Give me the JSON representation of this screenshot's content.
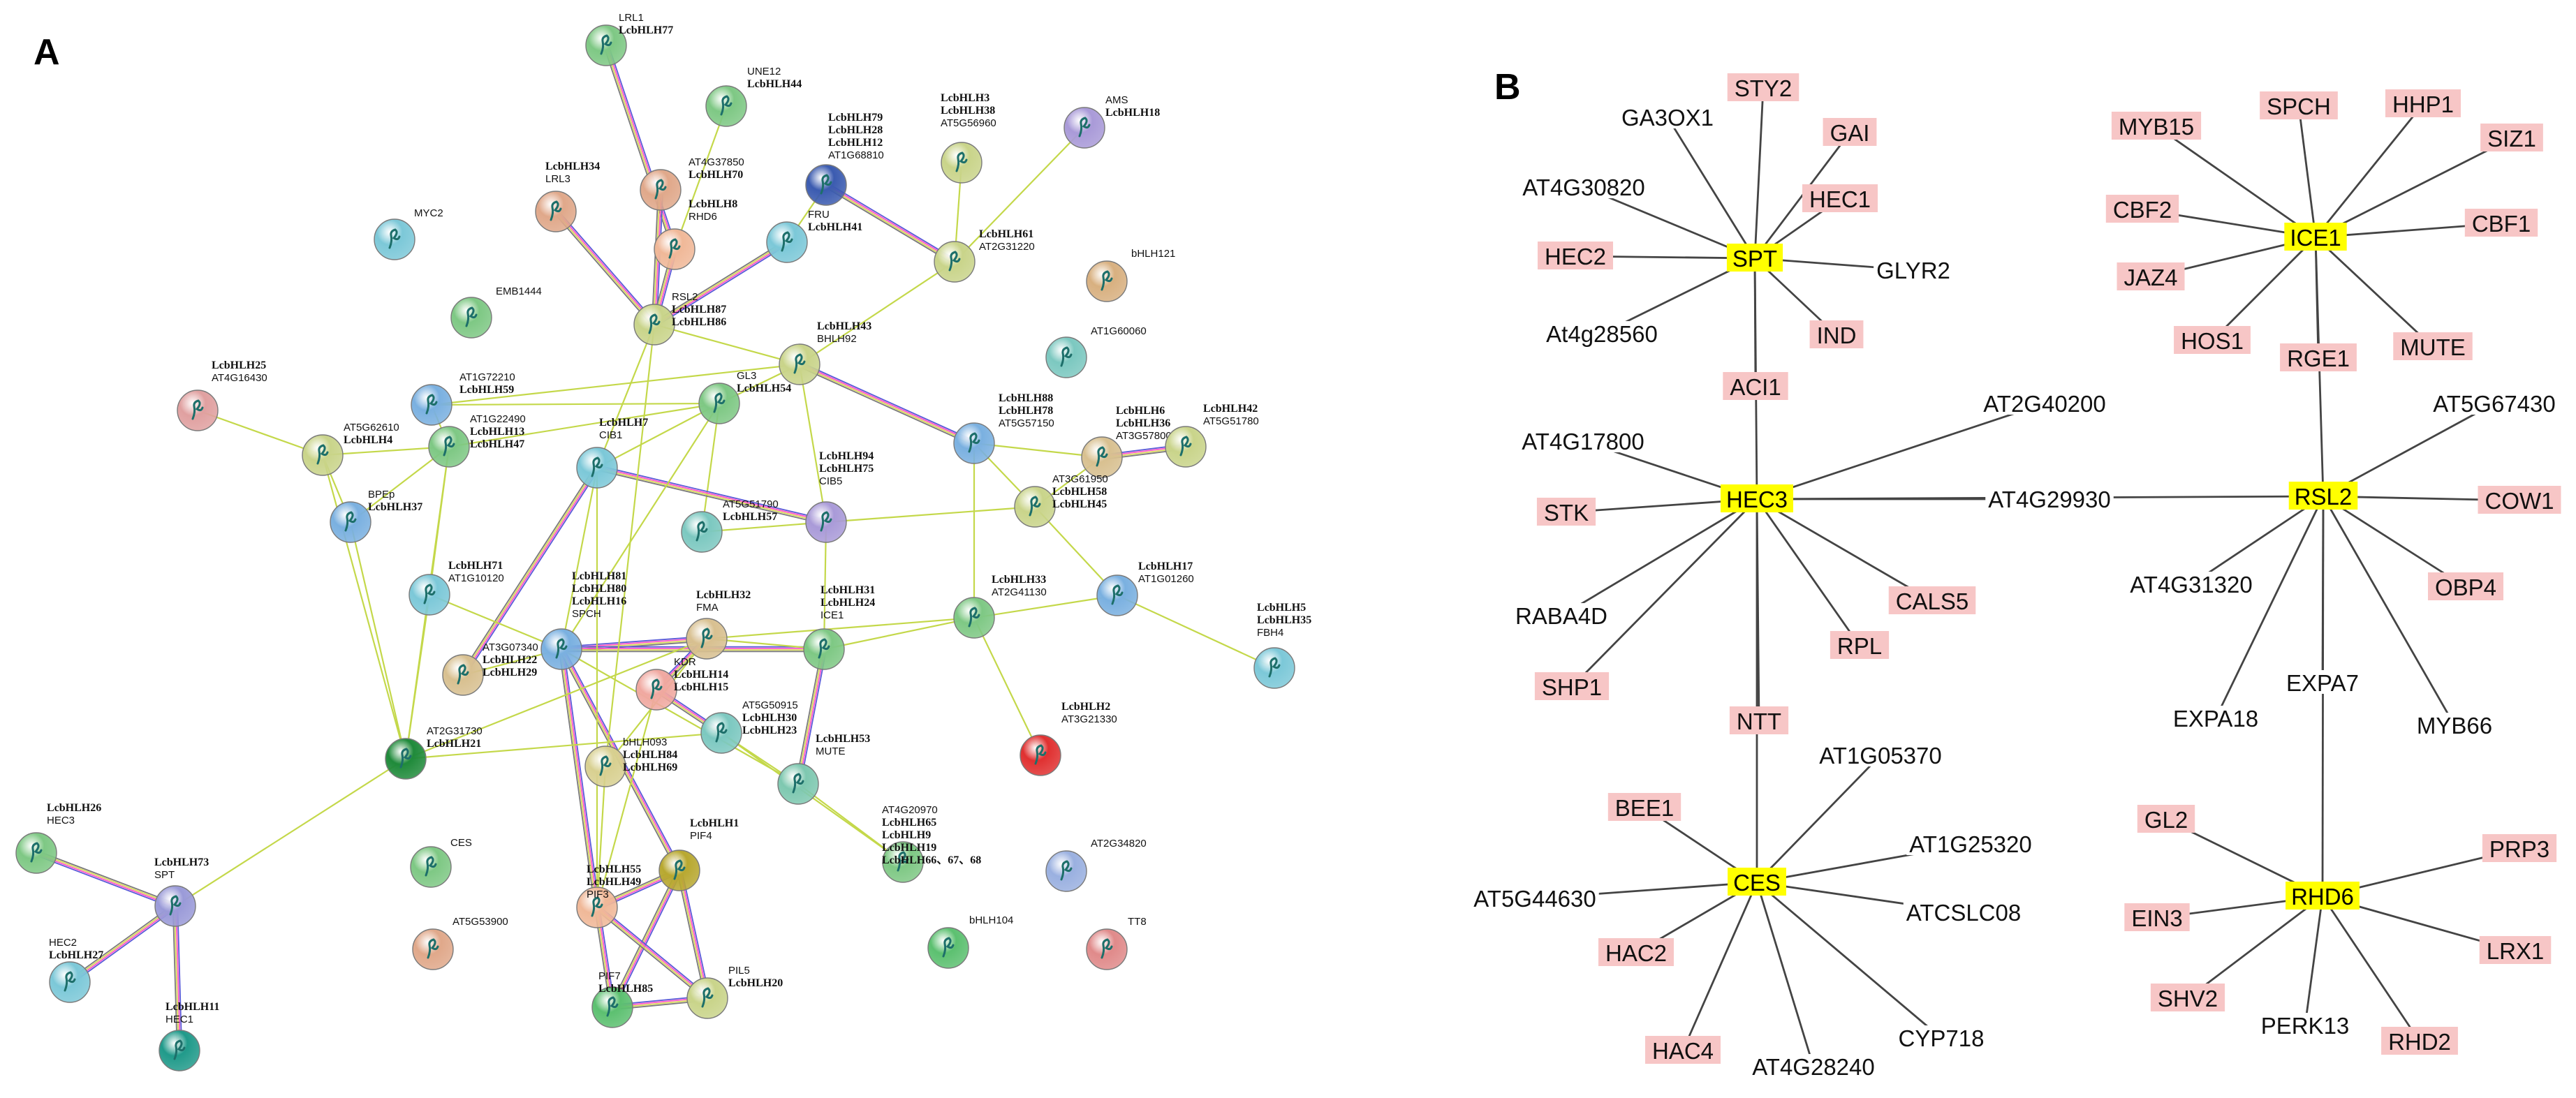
{
  "panel_a": {
    "letter": "A",
    "nodes": [
      {
        "id": "LRL1",
        "labels": [
          "LRL1",
          "LcbHLH77"
        ],
        "color": "#7ec884"
      },
      {
        "id": "UNE12",
        "labels": [
          "UNE12",
          "LcbHLH44"
        ],
        "color": "#7ec884"
      },
      {
        "id": "AMS",
        "labels": [
          "AMS",
          "LcbHLH18"
        ],
        "color": "#a99ad8"
      },
      {
        "id": "LcbHLH79",
        "labels": [
          "LcbHLH79",
          "LcbHLH28",
          "LcbHLH12",
          "AT1G68810"
        ],
        "color": "#3b5bb0"
      },
      {
        "id": "LcbHLH3",
        "labels": [
          "LcbHLH3",
          "LcbHLH38",
          "AT5G56960"
        ],
        "color": "#c9d48a"
      },
      {
        "id": "LcbHLH34",
        "labels": [
          "LcbHLH34",
          "LRL3"
        ],
        "color": "#e0a88a"
      },
      {
        "id": "AT4G37850",
        "labels": [
          "AT4G37850",
          "LcbHLH70"
        ],
        "color": "#e0a88a"
      },
      {
        "id": "MYC2",
        "labels": [
          "MYC2"
        ],
        "color": "#7cc8d8"
      },
      {
        "id": "LcbHLH8",
        "labels": [
          "LcbHLH8",
          "RHD6"
        ],
        "color": "#f0b898"
      },
      {
        "id": "FRU",
        "labels": [
          "FRU",
          "LcbHLH41"
        ],
        "color": "#7cc8d8"
      },
      {
        "id": "LcbHLH61",
        "labels": [
          "LcbHLH61",
          "AT2G31220"
        ],
        "color": "#c9d48a"
      },
      {
        "id": "bHLH121",
        "labels": [
          "bHLH121"
        ],
        "color": "#d8b080"
      },
      {
        "id": "EMB1444",
        "labels": [
          "EMB1444"
        ],
        "color": "#7ec884"
      },
      {
        "id": "RSL2",
        "labels": [
          "RSL2",
          "LcbHLH87",
          "LcbHLH86"
        ],
        "color": "#c9d48a"
      },
      {
        "id": "LcbHLH43",
        "labels": [
          "LcbHLH43",
          "BHLH92"
        ],
        "color": "#c9d48a"
      },
      {
        "id": "AT1G60060",
        "labels": [
          "AT1G60060"
        ],
        "color": "#7cc8c0"
      },
      {
        "id": "LcbHLH25",
        "labels": [
          "LcbHLH25",
          "AT4G16430"
        ],
        "color": "#e0a0a0"
      },
      {
        "id": "AT1G72210",
        "labels": [
          "AT1G72210",
          "LcbHLH59"
        ],
        "color": "#7ab0e0"
      },
      {
        "id": "GL3",
        "labels": [
          "GL3",
          "LcbHLH54"
        ],
        "color": "#7ec884"
      },
      {
        "id": "LcbHLH88",
        "labels": [
          "LcbHLH88",
          "LcbHLH78",
          "AT5G57150"
        ],
        "color": "#7ab0e0"
      },
      {
        "id": "LcbHLH6",
        "labels": [
          "LcbHLH6",
          "LcbHLH36",
          "AT3G57800"
        ],
        "color": "#d8c090"
      },
      {
        "id": "LcbHLH42",
        "labels": [
          "LcbHLH42",
          "AT5G51780"
        ],
        "color": "#c9d48a"
      },
      {
        "id": "AT5G62610",
        "labels": [
          "AT5G62610",
          "LcbHLH4"
        ],
        "color": "#c9d48a"
      },
      {
        "id": "AT1G22490",
        "labels": [
          "AT1G22490",
          "LcbHLH13",
          "LcbHLH47"
        ],
        "color": "#7ec884"
      },
      {
        "id": "LcbHLH7",
        "labels": [
          "LcbHLH7",
          "CIB1"
        ],
        "color": "#7cc8d8"
      },
      {
        "id": "LcbHLH94",
        "labels": [
          "LcbHLH94",
          "LcbHLH75",
          "CIB5"
        ],
        "color": "#a99ad8"
      },
      {
        "id": "AT3G61950",
        "labels": [
          "AT3G61950",
          "LcbHLH58",
          "LcbHLH45"
        ],
        "color": "#c9d48a"
      },
      {
        "id": "BPEp",
        "labels": [
          "BPEp",
          "LcbHLH37"
        ],
        "color": "#7ab0e0"
      },
      {
        "id": "AT5G51790",
        "labels": [
          "AT5G51790",
          "LcbHLH57"
        ],
        "color": "#7cc8c0"
      },
      {
        "id": "LcbHLH71",
        "labels": [
          "LcbHLH71",
          "AT1G10120"
        ],
        "color": "#7cc8d8"
      },
      {
        "id": "LcbHLH17",
        "labels": [
          "LcbHLH17",
          "AT1G01260"
        ],
        "color": "#7ab0e0"
      },
      {
        "id": "LcbHLH81",
        "labels": [
          "LcbHLH81",
          "LcbHLH80",
          "LcbHLH16",
          "SPCH"
        ],
        "color": "#7ab0e0"
      },
      {
        "id": "LcbHLH32",
        "labels": [
          "LcbHLH32",
          "FMA"
        ],
        "color": "#d8c090"
      },
      {
        "id": "LcbHLH31",
        "labels": [
          "LcbHLH31",
          "LcbHLH24",
          "ICE1"
        ],
        "color": "#7ec884"
      },
      {
        "id": "LcbHLH33",
        "labels": [
          "LcbHLH33",
          "AT2G41130"
        ],
        "color": "#7ec884"
      },
      {
        "id": "LcbHLH5",
        "labels": [
          "LcbHLH5",
          "LcbHLH35",
          "FBH4"
        ],
        "color": "#7cc8d8"
      },
      {
        "id": "AT3G07340",
        "labels": [
          "AT3G07340",
          "LcbHLH22",
          "LcbHLH29"
        ],
        "color": "#d8c090"
      },
      {
        "id": "KDR",
        "labels": [
          "KDR",
          "LcbHLH14",
          "LcbHLH15"
        ],
        "color": "#f0a8a0"
      },
      {
        "id": "AT5G50915",
        "labels": [
          "AT5G50915",
          "LcbHLH30",
          "LcbHLH23"
        ],
        "color": "#7cc8c0"
      },
      {
        "id": "LcbHLH2",
        "labels": [
          "LcbHLH2",
          "AT3G21330"
        ],
        "color": "#e03030"
      },
      {
        "id": "AT2G31730",
        "labels": [
          "AT2G31730",
          "LcbHLH21"
        ],
        "color": "#1f8a3a"
      },
      {
        "id": "bHLH093",
        "labels": [
          "bHLH093",
          "LcbHLH84",
          "LcbHLH69"
        ],
        "color": "#d8d090"
      },
      {
        "id": "LcbHLH53",
        "labels": [
          "LcbHLH53",
          "MUTE"
        ],
        "color": "#7ec8b0"
      },
      {
        "id": "LcbHLH26",
        "labels": [
          "LcbHLH26",
          "HEC3"
        ],
        "color": "#7ec884"
      },
      {
        "id": "CES",
        "labels": [
          "CES"
        ],
        "color": "#7ec884"
      },
      {
        "id": "LcbHLH1",
        "labels": [
          "LcbHLH1",
          "PIF4"
        ],
        "color": "#b8a830"
      },
      {
        "id": "AT4G20970",
        "labels": [
          "AT4G20970",
          "LcbHLH65",
          "LcbHLH9",
          "LcbHLH19",
          "LcbHLH66、67、68"
        ],
        "color": "#7ec884"
      },
      {
        "id": "AT2G34820",
        "labels": [
          "AT2G34820"
        ],
        "color": "#9ab0e0"
      },
      {
        "id": "LcbHLH73",
        "labels": [
          "LcbHLH73",
          "SPT"
        ],
        "color": "#9a9ad8"
      },
      {
        "id": "LcbHLH55",
        "labels": [
          "LcbHLH55",
          "LcbHLH49",
          "PIF3"
        ],
        "color": "#f0b898"
      },
      {
        "id": "AT5G53900",
        "labels": [
          "AT5G53900"
        ],
        "color": "#e0a88a"
      },
      {
        "id": "bHLH104",
        "labels": [
          "bHLH104"
        ],
        "color": "#5cc070"
      },
      {
        "id": "TT8",
        "labels": [
          "TT8"
        ],
        "color": "#e08a8a"
      },
      {
        "id": "HEC2",
        "labels": [
          "HEC2",
          "LcbHLH27"
        ],
        "color": "#7cc8d8"
      },
      {
        "id": "PIF7",
        "labels": [
          "PIF7",
          "LcbHLH85"
        ],
        "color": "#5cc070"
      },
      {
        "id": "PIL5",
        "labels": [
          "PIL5",
          "LcbHLH20"
        ],
        "color": "#c9d48a"
      },
      {
        "id": "LcbHLH11",
        "labels": [
          "LcbHLH11",
          "HEC1"
        ],
        "color": "#209a8a"
      }
    ],
    "edges": [
      [
        "LRL1",
        "LcbHLH8"
      ],
      [
        "UNE12",
        "LcbHLH8"
      ],
      [
        "LcbHLH79",
        "LcbHLH61"
      ],
      [
        "LcbHLH79",
        "FRU"
      ],
      [
        "LcbHLH3",
        "LcbHLH61"
      ],
      [
        "LcbHLH34",
        "RSL2"
      ],
      [
        "AT4G37850",
        "RSL2"
      ],
      [
        "LcbHLH8",
        "RSL2"
      ],
      [
        "FRU",
        "RSL2"
      ],
      [
        "AMS",
        "LcbHLH61"
      ],
      [
        "LcbHLH43",
        "RSL2"
      ],
      [
        "LcbHLH43",
        "GL3"
      ],
      [
        "LcbHLH43",
        "LcbHLH88"
      ],
      [
        "LcbHLH43",
        "LcbHLH94"
      ],
      [
        "LcbHLH43",
        "AT1G72210"
      ],
      [
        "LcbHLH61",
        "LcbHLH43"
      ],
      [
        "GL3",
        "AT1G22490"
      ],
      [
        "GL3",
        "LcbHLH7"
      ],
      [
        "GL3",
        "AT5G51790"
      ],
      [
        "GL3",
        "AT1G72210"
      ],
      [
        "LcbHLH88",
        "LcbHLH6"
      ],
      [
        "LcbHLH88",
        "AT3G61950"
      ],
      [
        "LcbHLH88",
        "LcbHLH33"
      ],
      [
        "LcbHLH6",
        "LcbHLH42"
      ],
      [
        "LcbHLH6",
        "AT3G61950"
      ],
      [
        "AT5G62610",
        "AT1G22490"
      ],
      [
        "AT5G62610",
        "BPEp"
      ],
      [
        "AT5G62610",
        "AT2G31730"
      ],
      [
        "LcbHLH25",
        "AT5G62610"
      ],
      [
        "AT1G72210",
        "AT1G22490"
      ],
      [
        "AT1G22490",
        "BPEp"
      ],
      [
        "AT1G22490",
        "AT2G31730"
      ],
      [
        "AT1G22490",
        "LcbHLH71"
      ],
      [
        "LcbHLH7",
        "LcbHLH94"
      ],
      [
        "LcbHLH7",
        "AT3G07340"
      ],
      [
        "LcbHLH7",
        "LcbHLH81"
      ],
      [
        "LcbHLH7",
        "RSL2"
      ],
      [
        "LcbHLH94",
        "AT3G61950"
      ],
      [
        "LcbHLH94",
        "LcbHLH31"
      ],
      [
        "LcbHLH94",
        "AT5G51790"
      ],
      [
        "BPEp",
        "AT2G31730"
      ],
      [
        "LcbHLH71",
        "AT2G31730"
      ],
      [
        "LcbHLH71",
        "LcbHLH81"
      ],
      [
        "LcbHLH81",
        "LcbHLH32"
      ],
      [
        "LcbHLH81",
        "LcbHLH31"
      ],
      [
        "LcbHLH81",
        "AT3G07340"
      ],
      [
        "LcbHLH81",
        "LcbHLH55"
      ],
      [
        "LcbHLH81",
        "LcbHLH1"
      ],
      [
        "LcbHLH81",
        "LcbHLH53"
      ],
      [
        "LcbHLH31",
        "LcbHLH32"
      ],
      [
        "LcbHLH31",
        "LcbHLH53"
      ],
      [
        "LcbHLH31",
        "LcbHLH33"
      ],
      [
        "LcbHLH33",
        "LcbHLH17"
      ],
      [
        "LcbHLH33",
        "LcbHLH2"
      ],
      [
        "LcbHLH17",
        "LcbHLH5"
      ],
      [
        "LcbHLH17",
        "AT3G61950"
      ],
      [
        "KDR",
        "LcbHLH32"
      ],
      [
        "KDR",
        "LcbHLH55"
      ],
      [
        "KDR",
        "AT5G50915"
      ],
      [
        "AT5G50915",
        "LcbHLH53"
      ],
      [
        "AT5G50915",
        "AT4G20970"
      ],
      [
        "AT2G31730",
        "LcbHLH73"
      ],
      [
        "AT2G31730",
        "AT5G50915"
      ],
      [
        "AT2G31730",
        "LcbHLH32"
      ],
      [
        "bHLH093",
        "LcbHLH32"
      ],
      [
        "bHLH093",
        "LcbHLH55"
      ],
      [
        "LcbHLH53",
        "AT4G20970"
      ],
      [
        "LcbHLH1",
        "LcbHLH55"
      ],
      [
        "LcbHLH1",
        "PIF7"
      ],
      [
        "LcbHLH1",
        "PIL5"
      ],
      [
        "LcbHLH55",
        "PIF7"
      ],
      [
        "LcbHLH55",
        "PIL5"
      ],
      [
        "PIF7",
        "PIL5"
      ],
      [
        "LcbHLH73",
        "LcbHLH26"
      ],
      [
        "LcbHLH73",
        "HEC2"
      ],
      [
        "LcbHLH73",
        "LcbHLH11"
      ],
      [
        "RSL2",
        "bHLH093"
      ],
      [
        "LcbHLH32",
        "LcbHLH33"
      ],
      [
        "GL3",
        "LcbHLH81"
      ],
      [
        "LcbHLH7",
        "LcbHLH55"
      ]
    ]
  },
  "panel_b": {
    "letter": "B",
    "hubs": [
      "SPT",
      "ICE1",
      "HEC3",
      "RSL2",
      "CES",
      "RHD6"
    ],
    "hub_color": "#ffff00",
    "pink_color": "#f7c6c6",
    "groups": [
      {
        "hub": "SPT",
        "pink": [
          "STY2",
          "GAI",
          "HEC1",
          "HEC2",
          "IND",
          "ACI1"
        ],
        "plain": [
          "GA3OX1",
          "AT4G30820",
          "GLYR2",
          "At4g28560"
        ]
      },
      {
        "hub": "ICE1",
        "pink": [
          "MYB15",
          "SPCH",
          "HHP1",
          "SIZ1",
          "CBF2",
          "CBF1",
          "JAZ4",
          "HOS1",
          "MUTE",
          "RGE1"
        ],
        "plain": []
      },
      {
        "hub": "HEC3",
        "pink": [
          "STK",
          "SHP1",
          "RPL",
          "CALS5",
          "NTT"
        ],
        "plain": [
          "AT4G17800",
          "RABA4D",
          "AT2G40200",
          "AT4G29930"
        ]
      },
      {
        "hub": "RSL2",
        "pink": [
          "COW1",
          "OBP4"
        ],
        "plain": [
          "AT5G67430",
          "AT4G31320",
          "EXPA7",
          "EXPA18",
          "MYB66"
        ]
      },
      {
        "hub": "CES",
        "pink": [
          "BEE1",
          "HAC2",
          "HAC4"
        ],
        "plain": [
          "AT1G05370",
          "AT1G25320",
          "ATCSLC08",
          "AT5G44630",
          "AT4G28240",
          "CYP718"
        ]
      },
      {
        "hub": "RHD6",
        "pink": [
          "GL2",
          "EIN3",
          "SHV2",
          "RHD2",
          "LRX1",
          "PRP3"
        ],
        "plain": [
          "PERK13"
        ]
      }
    ]
  }
}
